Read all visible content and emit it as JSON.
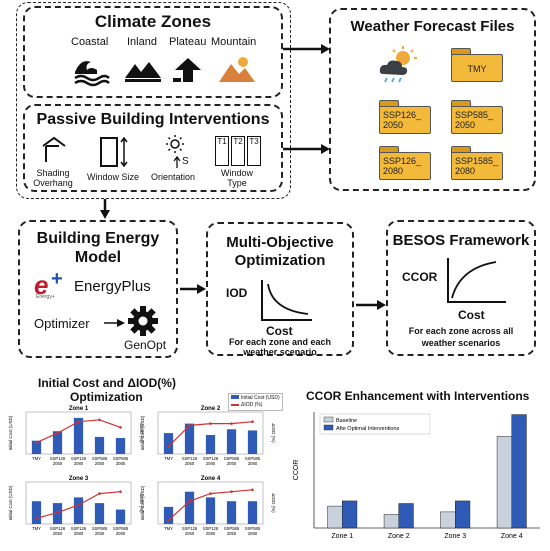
{
  "climate": {
    "title": "Climate Zones",
    "zones": [
      "Coastal",
      "Inland",
      "Plateau",
      "Mountain"
    ]
  },
  "weather": {
    "title": "Weather Forecast  Files",
    "files": [
      "TMY",
      "SSP126_ 2050",
      "SSP585_ 2050",
      "SSP126_ 2080",
      "SSP1585_ 2080"
    ]
  },
  "passive": {
    "title": "Passive Building Interventions",
    "items": [
      "Shading Overhang",
      "Window Size",
      "Orientation",
      "Window Type"
    ],
    "window_panes": [
      "T1",
      "T2",
      "T3"
    ],
    "orientation_mark": "S"
  },
  "bem": {
    "title_line1": "Building Energy",
    "title_line2": "Model",
    "logo_text": "EnergyPlus",
    "logo_sub": "Energy+",
    "optimizer_label": "Optimizer",
    "genopt_label": "GenOpt"
  },
  "moo": {
    "title_line1": "Multi-Objective",
    "title_line2": "Optimization",
    "ylabel": "IOD",
    "xlabel": "Cost",
    "caption_line1": "For each zone and each",
    "caption_line2": "weather scenario"
  },
  "besos": {
    "title": "BESOS Framework",
    "ylabel": "CCOR",
    "xlabel": "Cost",
    "caption_line1": "For each zone across all",
    "caption_line2": "weather scenarios"
  },
  "left_charts": {
    "title_line1": "Initial Cost and ΔIOD(%)",
    "title_line2": "Optimization",
    "legend": [
      "Initial Cost (USD)",
      "ΔIOD (%)"
    ],
    "ylabel_left": "Initial Cost (USD)",
    "ylabel_right": "ΔIOD (%)",
    "categories": [
      "TMY",
      "SSP126 2050",
      "SSP126 2080",
      "SSP585 2050",
      "SSP585 2080"
    ],
    "zones": [
      {
        "name": "Zone 1",
        "bars": [
          0.35,
          0.6,
          0.95,
          0.45,
          0.42
        ],
        "line": [
          0.3,
          0.55,
          0.85,
          0.9,
          0.7
        ]
      },
      {
        "name": "Zone 2",
        "bars": [
          0.55,
          0.8,
          0.5,
          0.65,
          0.62
        ],
        "line": [
          0.2,
          0.75,
          0.8,
          0.8,
          0.85
        ]
      },
      {
        "name": "Zone 3",
        "bars": [
          0.6,
          0.55,
          0.7,
          0.55,
          0.38
        ],
        "line": [
          0.15,
          0.3,
          0.5,
          0.8,
          0.85
        ]
      },
      {
        "name": "Zone 4",
        "bars": [
          0.45,
          0.85,
          0.7,
          0.6,
          0.6
        ],
        "line": [
          0.1,
          0.6,
          0.8,
          0.85,
          0.9
        ]
      }
    ]
  },
  "chart_data": {
    "type": "bar",
    "title": "CCOR Enhancement with Interventions",
    "ylabel": "CCOR",
    "categories": [
      "Zone 1",
      "Zone 2",
      "Zone 3",
      "Zone 4"
    ],
    "series": [
      {
        "name": "Baseline",
        "values": [
          1.7,
          1.05,
          1.25,
          7.1
        ]
      },
      {
        "name": "Afte Optimal Interventions",
        "values": [
          2.1,
          1.9,
          2.1,
          8.8
        ]
      }
    ],
    "ylim": [
      0,
      9
    ],
    "colors": [
      "#c9d1dc",
      "#2f5bb7"
    ]
  }
}
